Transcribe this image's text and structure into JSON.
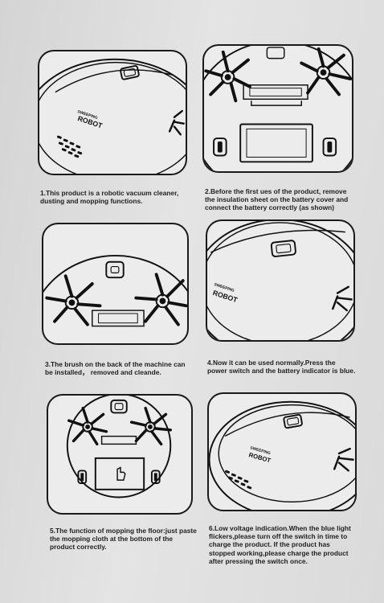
{
  "robot_label_small": "SWEEPING",
  "robot_label_big": "ROBOT",
  "steps": [
    {
      "caption": "1.This product is a robotic vacuum cleaner, dusting and mopping functions."
    },
    {
      "caption": "2.Before the first ues of the product, remove the insulation sheet on the battery cover and connect the battery correctly (as shown)"
    },
    {
      "caption": "3.The brush on the back of the machine can be installed， removed and cleande."
    },
    {
      "caption": "4.Now it can be used normally.Press the power switch and the battery indicator is blue."
    },
    {
      "caption": "5.The function of mopping the floor:just paste the mopping cloth at the bottom of the product correctly."
    },
    {
      "caption": "6.Low voltage indication.When the blue light flickers,please turn off the switch in time to charge the product. If the product has stopped working,please charge the product after pressing the switch once."
    }
  ]
}
